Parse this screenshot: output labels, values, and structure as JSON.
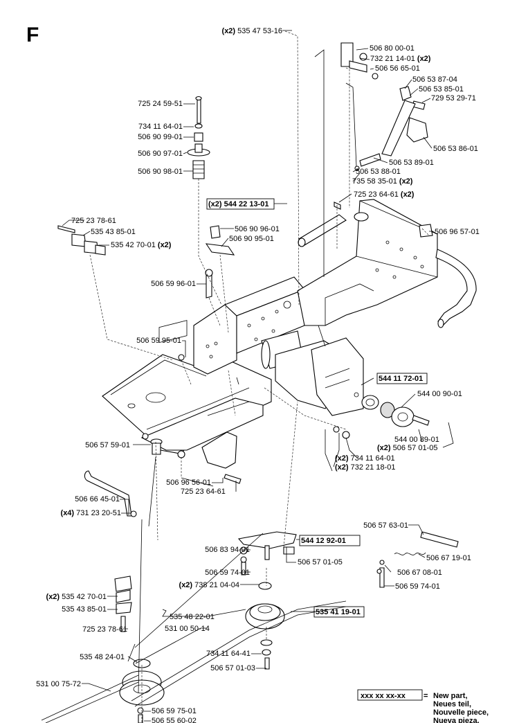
{
  "section_letter": "F",
  "legend": {
    "sample": "xxx xx xx-xx",
    "equals": "=",
    "lines": [
      "New part,",
      "Neues teil,",
      "Nouvelle piece,",
      "Nueva pieza."
    ]
  },
  "parts": [
    {
      "id": "p01",
      "qty": "(x2)",
      "number": "535 47 53-16"
    },
    {
      "id": "p02",
      "qty": "",
      "number": "506 80 00-01"
    },
    {
      "id": "p03",
      "qty": "(x2)",
      "number": "732 21 14-01"
    },
    {
      "id": "p04",
      "qty": "",
      "number": "506 56 65-01"
    },
    {
      "id": "p05",
      "qty": "",
      "number": "506 53 87-04"
    },
    {
      "id": "p06",
      "qty": "",
      "number": "506 53 85-01"
    },
    {
      "id": "p07",
      "qty": "",
      "number": "729 53 29-71"
    },
    {
      "id": "p08",
      "qty": "",
      "number": "725 24 59-51"
    },
    {
      "id": "p09",
      "qty": "",
      "number": "734 11 64-01"
    },
    {
      "id": "p10",
      "qty": "",
      "number": "506 90 99-01"
    },
    {
      "id": "p11",
      "qty": "",
      "number": "506 53 86-01"
    },
    {
      "id": "p12",
      "qty": "",
      "number": "506 90 97-01"
    },
    {
      "id": "p13",
      "qty": "",
      "number": "506 53 89-01"
    },
    {
      "id": "p14",
      "qty": "",
      "number": "506 90 98-01"
    },
    {
      "id": "p15",
      "qty": "",
      "number": "506 53 88-01"
    },
    {
      "id": "p16",
      "qty": "(x2)",
      "number": "735 58 35-01"
    },
    {
      "id": "p17",
      "qty": "(x2)",
      "number": "725 23 64-61"
    },
    {
      "id": "p18",
      "qty": "(x2)",
      "number": "544 22 13-01",
      "new": true
    },
    {
      "id": "p19",
      "qty": "",
      "number": "725 23 78-61"
    },
    {
      "id": "p20",
      "qty": "",
      "number": "535 43 85-01"
    },
    {
      "id": "p21",
      "qty": "",
      "number": "506 96 57-01"
    },
    {
      "id": "p22",
      "qty": "",
      "number": "506 90 96-01"
    },
    {
      "id": "p23",
      "qty": "(x2)",
      "number": "535 42 70-01"
    },
    {
      "id": "p24",
      "qty": "",
      "number": "506 90 95-01"
    },
    {
      "id": "p25",
      "qty": "",
      "number": "506 59 96-01"
    },
    {
      "id": "p26",
      "qty": "",
      "number": "506 59 95-01"
    },
    {
      "id": "p27",
      "qty": "",
      "number": "544 11 72-01",
      "new": true
    },
    {
      "id": "p28",
      "qty": "",
      "number": "544 00 90-01"
    },
    {
      "id": "p29",
      "qty": "",
      "number": "544 00 89-01"
    },
    {
      "id": "p30",
      "qty": "(x2)",
      "number": "506 57 01-05"
    },
    {
      "id": "p31",
      "qty": "",
      "number": "506 57 59-01"
    },
    {
      "id": "p32",
      "qty": "(x2)",
      "number": "734 11 64-01"
    },
    {
      "id": "p33",
      "qty": "(x2)",
      "number": "732 21 18-01"
    },
    {
      "id": "p34",
      "qty": "",
      "number": "506 96 56-01"
    },
    {
      "id": "p35",
      "qty": "",
      "number": "725 23 64-61"
    },
    {
      "id": "p36",
      "qty": "",
      "number": "506 66 45-01"
    },
    {
      "id": "p37",
      "qty": "(x4)",
      "number": "731 23 20-51"
    },
    {
      "id": "p38",
      "qty": "",
      "number": "506 57 63-01"
    },
    {
      "id": "p39",
      "qty": "",
      "number": "544 12 92-01",
      "new": true
    },
    {
      "id": "p40",
      "qty": "",
      "number": "506 83 94-01"
    },
    {
      "id": "p41",
      "qty": "",
      "number": "506 57 01-05"
    },
    {
      "id": "p42",
      "qty": "",
      "number": "506 67 19-01"
    },
    {
      "id": "p43",
      "qty": "",
      "number": "506 59 74-01"
    },
    {
      "id": "p44",
      "qty": "",
      "number": "506 67 08-01"
    },
    {
      "id": "p45",
      "qty": "(x2)",
      "number": "738 21 04-04"
    },
    {
      "id": "p46",
      "qty": "",
      "number": "506 59 74-01"
    },
    {
      "id": "p47",
      "qty": "(x2)",
      "number": "535 42 70-01"
    },
    {
      "id": "p48",
      "qty": "",
      "number": "535 43 85-01"
    },
    {
      "id": "p49",
      "qty": "",
      "number": "535 48 22-01"
    },
    {
      "id": "p50",
      "qty": "",
      "number": "535 41 19-01",
      "new": true
    },
    {
      "id": "p51",
      "qty": "",
      "number": "725 23 78-61"
    },
    {
      "id": "p52",
      "qty": "",
      "number": "531 00 50-14"
    },
    {
      "id": "p53",
      "qty": "",
      "number": "734 11 64-41"
    },
    {
      "id": "p54",
      "qty": "",
      "number": "535 48 24-01"
    },
    {
      "id": "p55",
      "qty": "",
      "number": "506 57 01-03"
    },
    {
      "id": "p56",
      "qty": "",
      "number": "531 00 75-72"
    },
    {
      "id": "p57",
      "qty": "",
      "number": "506 59 75-01"
    },
    {
      "id": "p58",
      "qty": "",
      "number": "506 55 60-02"
    }
  ]
}
